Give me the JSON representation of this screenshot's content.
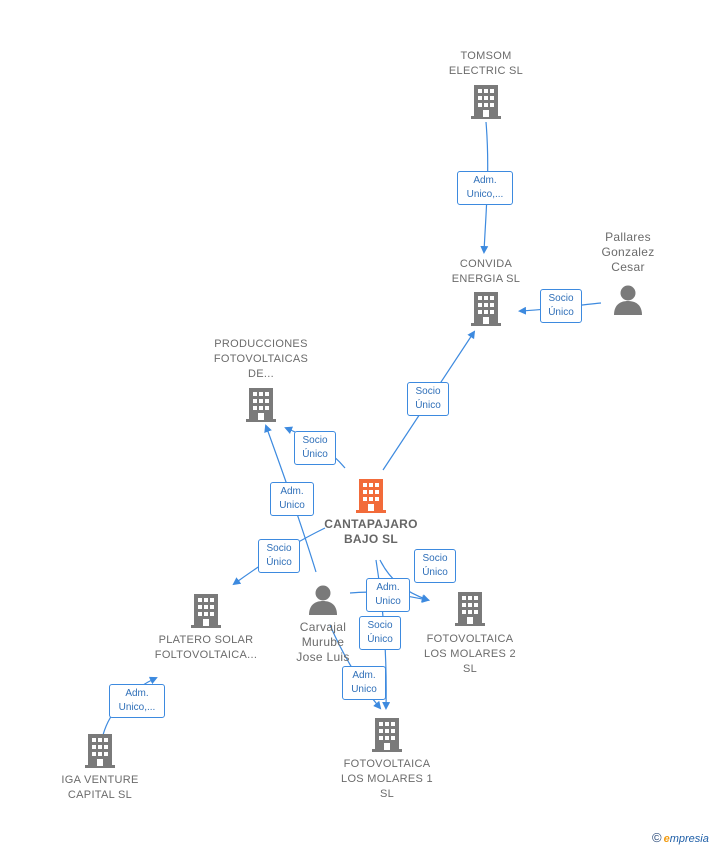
{
  "nodes": {
    "tomsom": {
      "label": "TOMSOM ELECTRIC SL"
    },
    "convida": {
      "label": "CONVIDA ENERGIA SL"
    },
    "pallares": {
      "label": "Pallares Gonzalez Cesar"
    },
    "producciones": {
      "label": "PRODUCCIONES FOTOVOLTAICAS DE..."
    },
    "cantapajaro": {
      "label": "CANTAPAJARO BAJO SL"
    },
    "platero": {
      "label": "PLATERO SOLAR FOLTOVOLTAICA..."
    },
    "carvajal": {
      "label": "Carvajal Murube Jose Luis"
    },
    "molares2": {
      "label": "FOTOVOLTAICA LOS MOLARES 2 SL"
    },
    "molares1": {
      "label": "FOTOVOLTAICA LOS MOLARES 1 SL"
    },
    "iga": {
      "label": "IGA VENTURE CAPITAL SL"
    }
  },
  "edge_labels": {
    "tomsom_convida": "Adm. Unico,...",
    "pallares_convida": "Socio Único",
    "cantapajaro_convida": "Socio Único",
    "cantapajaro_producciones": "Socio Único",
    "carvajal_producciones": "Adm. Unico",
    "cantapajaro_platero": "Socio Único",
    "cantapajaro_molares2": "Socio Único",
    "carvajal_molares2": "Adm. Unico",
    "cantapajaro_molares1": "Socio Único",
    "carvajal_molares1": "Adm. Unico",
    "iga_platero": "Adm. Unico,..."
  },
  "colors": {
    "edge": "#3d8adf",
    "company_icon": "#7a7a7a",
    "main_icon": "#f26b3a",
    "person_icon": "#7a7a7a"
  },
  "footer": {
    "copyright_symbol": "©",
    "brand_first": "e",
    "brand_rest": "mpresia"
  }
}
